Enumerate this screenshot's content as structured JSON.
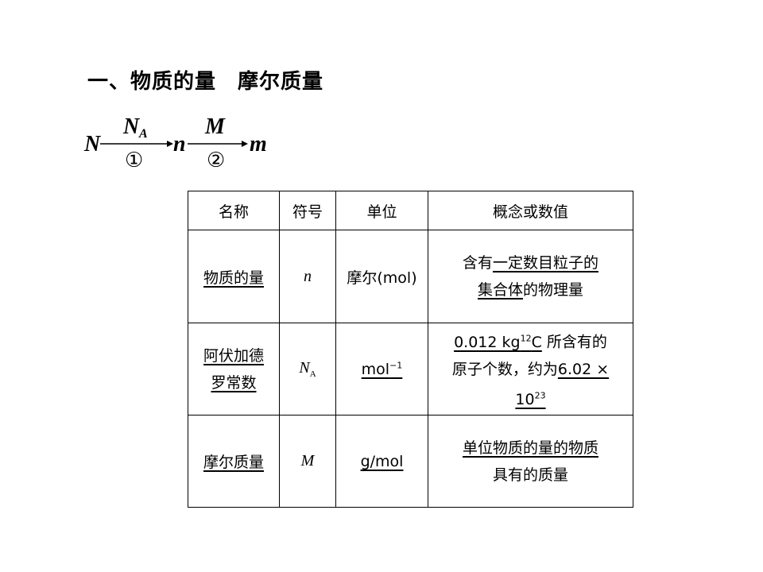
{
  "heading": "一、物质的量　摩尔质量",
  "formula": {
    "start": "N",
    "over1": "N",
    "over1_sub": "A",
    "under1": "①",
    "mid": "n",
    "over2": "M",
    "under2": "②",
    "end": "m"
  },
  "table": {
    "headers": [
      "名称",
      "符号",
      "单位",
      "概念或数值"
    ],
    "rows": [
      {
        "name": "物质的量",
        "symbol": "n",
        "symbol_sub": "",
        "unit": "摩尔(mol)",
        "unit_sup": "",
        "desc_plain1": "含有",
        "desc_ul1": "一定数目粒子的",
        "desc_ul2": "集合体",
        "desc_plain2": "的物理量"
      },
      {
        "name_line1": "阿伏加德",
        "name_line2": "罗常数",
        "symbol": "N",
        "symbol_sub": "A",
        "unit": "mol",
        "unit_sup": "−1",
        "desc_ul1": "0.012 kg",
        "desc_sup1": "12",
        "desc_ul1b": "C",
        "desc_plain1": "所含有的",
        "desc_plain2": "原子个数，约为",
        "desc_ul2": "6.02 ×",
        "desc_ul3": "10",
        "desc_sup3": "23"
      },
      {
        "name": "摩尔质量",
        "symbol": "M",
        "unit": "g/mol",
        "desc_ul1": "单位物质的量的物质",
        "desc_plain2": "具有的质量"
      }
    ]
  }
}
